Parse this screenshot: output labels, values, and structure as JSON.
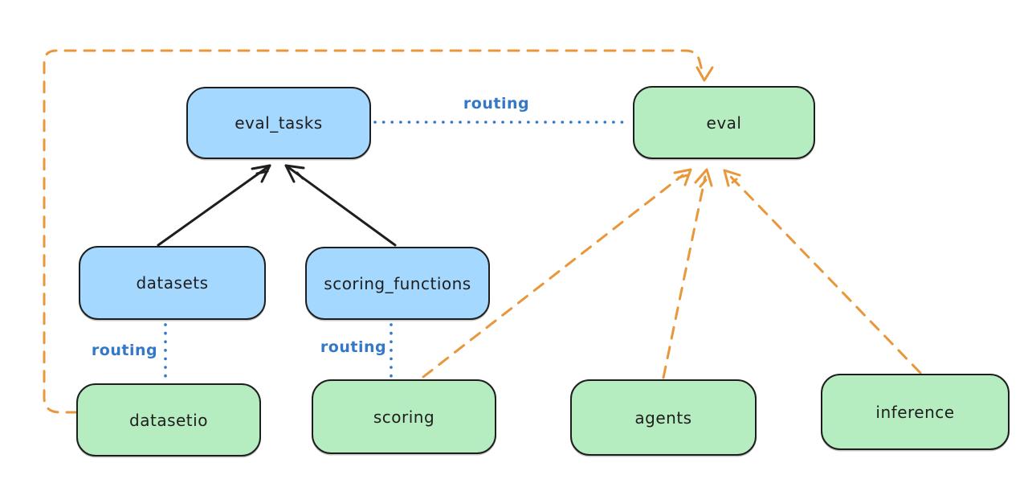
{
  "colors": {
    "background": "#ffffff",
    "stroke": "#1e1e1e",
    "node-blue": "#a5d8ff",
    "node-green": "#b6edc0",
    "edge-orange": "#e8973a",
    "edge-blue": "#3478c6"
  },
  "nodes": {
    "eval_tasks": {
      "label": "eval_tasks",
      "color": "blue"
    },
    "eval": {
      "label": "eval",
      "color": "green"
    },
    "datasets": {
      "label": "datasets",
      "color": "blue"
    },
    "scoring_functions": {
      "label": "scoring_functions",
      "color": "blue"
    },
    "datasetio": {
      "label": "datasetio",
      "color": "green"
    },
    "scoring": {
      "label": "scoring",
      "color": "green"
    },
    "agents": {
      "label": "agents",
      "color": "green"
    },
    "inference": {
      "label": "inference",
      "color": "green"
    }
  },
  "edge_labels": {
    "eval_tasks_to_eval": "routing",
    "datasets_to_datasetio": "routing",
    "scoring_functions_to_scoring": "routing"
  },
  "edges": [
    {
      "from": "datasets",
      "to": "eval_tasks",
      "style": "solid",
      "color": "black",
      "arrowhead": true
    },
    {
      "from": "scoring_functions",
      "to": "eval_tasks",
      "style": "solid",
      "color": "black",
      "arrowhead": true
    },
    {
      "from": "eval_tasks",
      "to": "eval",
      "style": "dotted",
      "color": "blue",
      "label": "routing",
      "arrowhead": false
    },
    {
      "from": "datasets",
      "to": "datasetio",
      "style": "dotted",
      "color": "blue",
      "label": "routing",
      "arrowhead": false
    },
    {
      "from": "scoring_functions",
      "to": "scoring",
      "style": "dotted",
      "color": "blue",
      "label": "routing",
      "arrowhead": false
    },
    {
      "from": "datasetio",
      "to": "eval",
      "style": "dashed",
      "color": "orange",
      "arrowhead": true,
      "route": "left-around-top"
    },
    {
      "from": "scoring",
      "to": "eval",
      "style": "dashed",
      "color": "orange",
      "arrowhead": true
    },
    {
      "from": "agents",
      "to": "eval",
      "style": "dashed",
      "color": "orange",
      "arrowhead": true
    },
    {
      "from": "inference",
      "to": "eval",
      "style": "dashed",
      "color": "orange",
      "arrowhead": true
    }
  ]
}
